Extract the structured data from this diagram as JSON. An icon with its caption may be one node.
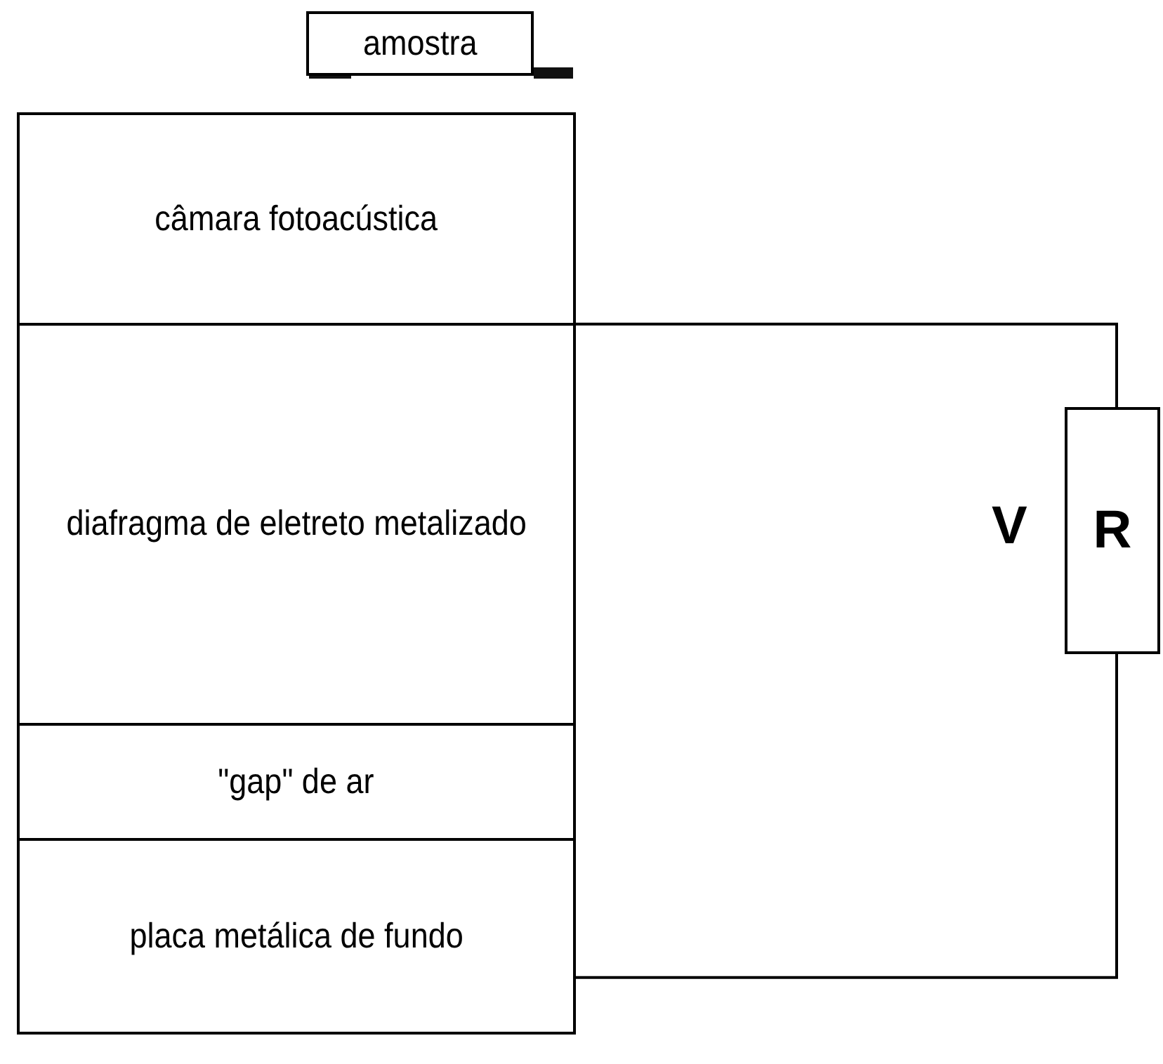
{
  "diagram": {
    "nodes": [
      {
        "text": [
          "amostra"
        ]
      },
      {
        "text": [
          "câmara fotoacústica"
        ]
      },
      {
        "text": [
          "diafragma de eletreto metalizado"
        ]
      },
      {
        "text": [
          "\"gap\" de ar"
        ]
      },
      {
        "text": [
          "placa metálica de fundo"
        ]
      },
      {
        "text": [
          "R"
        ],
        "beside": [
          "V"
        ]
      }
    ],
    "edges": [
      {
        "from": 2,
        "to": 5,
        "arrow": "none"
      },
      {
        "from": 4,
        "to": 5,
        "arrow": "none"
      }
    ]
  }
}
